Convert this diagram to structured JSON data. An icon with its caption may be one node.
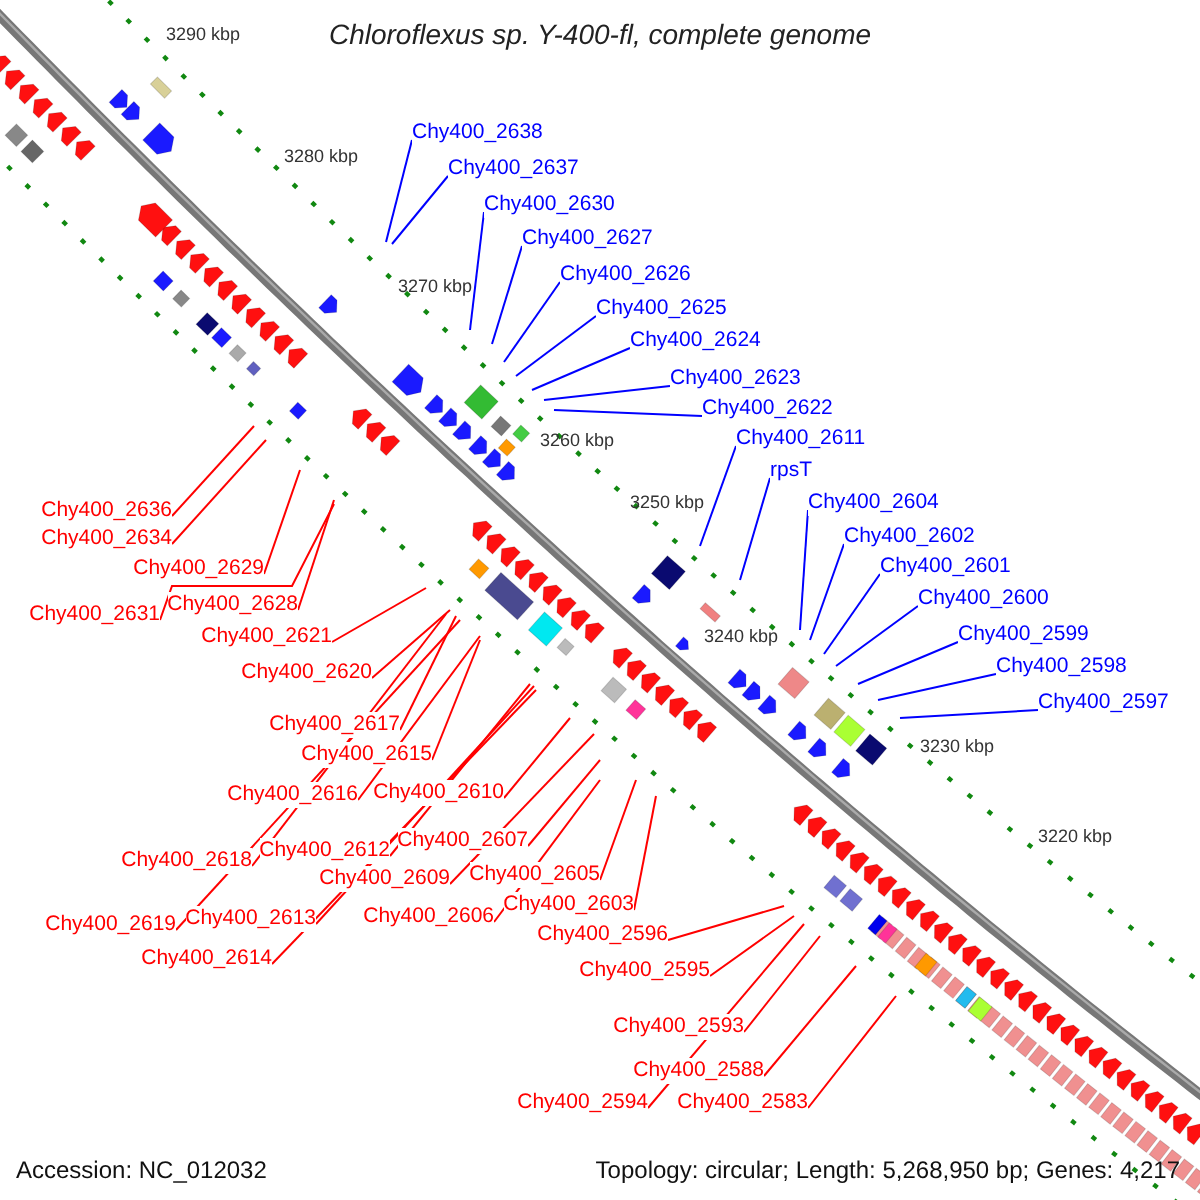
{
  "diagram": {
    "title": "Chloroflexus sp. Y-400-fl, complete genome",
    "nodes": [
      {
        "text": [
          "Chy400_2638"
        ]
      },
      {
        "text": [
          "Chy400_2637"
        ]
      },
      {
        "text": [
          "Chy400_2630"
        ]
      },
      {
        "text": [
          "Chy400_2627"
        ]
      },
      {
        "text": [
          "Chy400_2626"
        ]
      },
      {
        "text": [
          "Chy400_2625"
        ]
      },
      {
        "text": [
          "Chy400_2624"
        ]
      },
      {
        "text": [
          "Chy400_2623"
        ]
      },
      {
        "text": [
          "Chy400_2622"
        ]
      },
      {
        "text": [
          "Chy400_2611"
        ]
      },
      {
        "text": [
          "rpsT"
        ]
      },
      {
        "text": [
          "Chy400_2604"
        ]
      },
      {
        "text": [
          "Chy400_2602"
        ]
      },
      {
        "text": [
          "Chy400_2601"
        ]
      },
      {
        "text": [
          "Chy400_2600"
        ]
      },
      {
        "text": [
          "Chy400_2599"
        ]
      },
      {
        "text": [
          "Chy400_2598"
        ]
      },
      {
        "text": [
          "Chy400_2597"
        ]
      },
      {
        "text": [
          "Chy400_2636"
        ]
      },
      {
        "text": [
          "Chy400_2634"
        ]
      },
      {
        "text": [
          "Chy400_2629"
        ]
      },
      {
        "text": [
          "Chy400_2631"
        ]
      },
      {
        "text": [
          "Chy400_2628"
        ]
      },
      {
        "text": [
          "Chy400_2621"
        ]
      },
      {
        "text": [
          "Chy400_2620"
        ]
      },
      {
        "text": [
          "Chy400_2617"
        ]
      },
      {
        "text": [
          "Chy400_2615"
        ]
      },
      {
        "text": [
          "Chy400_2616"
        ]
      },
      {
        "text": [
          "Chy400_2610"
        ]
      },
      {
        "text": [
          "Chy400_2612"
        ]
      },
      {
        "text": [
          "Chy400_2607"
        ]
      },
      {
        "text": [
          "Chy400_2618"
        ]
      },
      {
        "text": [
          "Chy400_2609"
        ]
      },
      {
        "text": [
          "Chy400_2605"
        ]
      },
      {
        "text": [
          "Chy400_2606"
        ]
      },
      {
        "text": [
          "Chy400_2603"
        ]
      },
      {
        "text": [
          "Chy400_2619"
        ]
      },
      {
        "text": [
          "Chy400_2613"
        ]
      },
      {
        "text": [
          "Chy400_2614"
        ]
      },
      {
        "text": [
          "Chy400_2596"
        ]
      },
      {
        "text": [
          "Chy400_2595"
        ]
      },
      {
        "text": [
          "Chy400_2593"
        ]
      },
      {
        "text": [
          "Chy400_2588"
        ]
      },
      {
        "text": [
          "Chy400_2594"
        ]
      },
      {
        "text": [
          "Chy400_2583"
        ]
      }
    ],
    "edges": [
      {
        "from": 0,
        "to": null,
        "arrow": "none",
        "color": "#0000ff"
      },
      {
        "from": 1,
        "to": null,
        "arrow": "none",
        "color": "#0000ff"
      },
      {
        "from": 2,
        "to": null,
        "arrow": "none",
        "color": "#0000ff"
      },
      {
        "from": 3,
        "to": null,
        "arrow": "none",
        "color": "#0000ff"
      },
      {
        "from": 4,
        "to": null,
        "arrow": "none",
        "color": "#0000ff"
      },
      {
        "from": 5,
        "to": null,
        "arrow": "none",
        "color": "#0000ff"
      },
      {
        "from": 6,
        "to": null,
        "arrow": "none",
        "color": "#0000ff"
      },
      {
        "from": 7,
        "to": null,
        "arrow": "none",
        "color": "#0000ff"
      },
      {
        "from": 8,
        "to": null,
        "arrow": "none",
        "color": "#0000ff"
      },
      {
        "from": 9,
        "to": null,
        "arrow": "none",
        "color": "#0000ff"
      },
      {
        "from": 10,
        "to": null,
        "arrow": "none",
        "color": "#0000ff"
      },
      {
        "from": 11,
        "to": null,
        "arrow": "none",
        "color": "#0000ff"
      },
      {
        "from": 12,
        "to": null,
        "arrow": "none",
        "color": "#0000ff"
      },
      {
        "from": 13,
        "to": null,
        "arrow": "none",
        "color": "#0000ff"
      },
      {
        "from": 14,
        "to": null,
        "arrow": "none",
        "color": "#0000ff"
      },
      {
        "from": 15,
        "to": null,
        "arrow": "none",
        "color": "#0000ff"
      },
      {
        "from": 16,
        "to": null,
        "arrow": "none",
        "color": "#0000ff"
      },
      {
        "from": 17,
        "to": null,
        "arrow": "none",
        "color": "#0000ff"
      },
      {
        "from": 18,
        "to": null,
        "arrow": "none"
      },
      {
        "from": 19,
        "to": null,
        "arrow": "none"
      },
      {
        "from": 20,
        "to": null,
        "arrow": "none"
      },
      {
        "from": 21,
        "to": null,
        "arrow": "none"
      },
      {
        "from": 22,
        "to": null,
        "arrow": "none"
      },
      {
        "from": 23,
        "to": null,
        "arrow": "none"
      },
      {
        "from": 24,
        "to": null,
        "arrow": "none"
      },
      {
        "from": 25,
        "to": null,
        "arrow": "none"
      },
      {
        "from": 26,
        "to": null,
        "arrow": "none"
      },
      {
        "from": 27,
        "to": null,
        "arrow": "none"
      },
      {
        "from": 28,
        "to": null,
        "arrow": "none"
      },
      {
        "from": 29,
        "to": null,
        "arrow": "none"
      },
      {
        "from": 30,
        "to": null,
        "arrow": "none"
      },
      {
        "from": 31,
        "to": null,
        "arrow": "none"
      },
      {
        "from": 32,
        "to": null,
        "arrow": "none"
      },
      {
        "from": 33,
        "to": null,
        "arrow": "none"
      },
      {
        "from": 34,
        "to": null,
        "arrow": "none"
      },
      {
        "from": 35,
        "to": null,
        "arrow": "none"
      },
      {
        "from": 36,
        "to": null,
        "arrow": "none"
      },
      {
        "from": 37,
        "to": null,
        "arrow": "none"
      },
      {
        "from": 38,
        "to": null,
        "arrow": "none"
      },
      {
        "from": 39,
        "to": null,
        "arrow": "none"
      },
      {
        "from": 40,
        "to": null,
        "arrow": "none"
      },
      {
        "from": 41,
        "to": null,
        "arrow": "none"
      },
      {
        "from": 42,
        "to": null,
        "arrow": "none"
      },
      {
        "from": 43,
        "to": null,
        "arrow": "none"
      },
      {
        "from": 44,
        "to": null,
        "arrow": "none"
      }
    ],
    "labels": [
      "3290 kbp",
      "3280 kbp",
      "3270 kbp",
      "3260 kbp",
      "3250 kbp",
      "3240 kbp",
      "3230 kbp",
      "3220 kbp",
      "Accession: NC_012032",
      "Topology: circular; Length: 5,268,950 bp; Genes: 4,217"
    ]
  }
}
